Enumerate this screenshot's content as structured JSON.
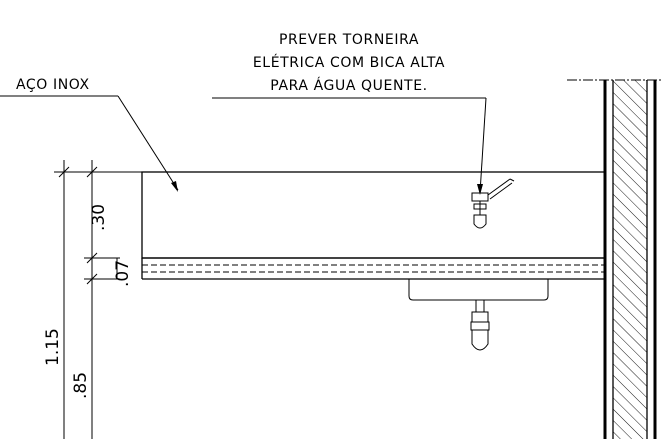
{
  "labels": {
    "material": "AÇO INOX",
    "note_line1": "PREVER TORNEIRA",
    "note_line2": "ELÉTRICA COM BICA ALTA",
    "note_line3": "PARA ÁGUA QUENTE."
  },
  "dimensions": {
    "total_height": "1.15",
    "upper_height": ".30",
    "counter_thickness": ".07",
    "lower_height": ".85"
  }
}
